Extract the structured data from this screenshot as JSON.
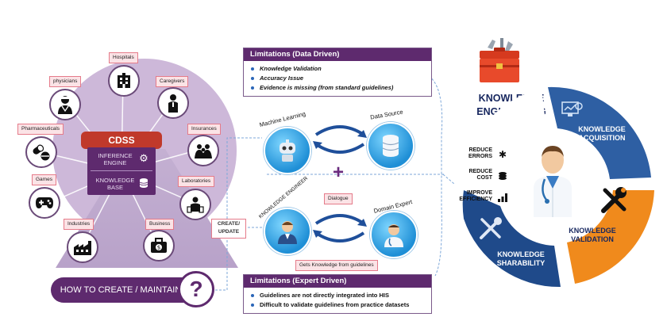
{
  "cdss": {
    "title": "CDSS",
    "inference_engine": "INFERENCE ENGINE",
    "knowledge_base": "KNOWLEDGE BASE"
  },
  "nodes": [
    {
      "key": "hospitals",
      "label": "Hospitals",
      "icon": "hospital-icon"
    },
    {
      "key": "caregivers",
      "label": "Caregivers",
      "icon": "caregiver-icon"
    },
    {
      "key": "insurances",
      "label": "Insurances",
      "icon": "insurance-icon"
    },
    {
      "key": "laboratories",
      "label": "Laboratories",
      "icon": "laboratory-icon"
    },
    {
      "key": "business",
      "label": "Business",
      "icon": "business-icon"
    },
    {
      "key": "industries",
      "label": "Industries",
      "icon": "industry-icon"
    },
    {
      "key": "games",
      "label": "Games",
      "icon": "gamepad-icon"
    },
    {
      "key": "pharmaceuticals",
      "label": "Pharmaceuticals",
      "icon": "pills-icon"
    },
    {
      "key": "physicians",
      "label": "physicians",
      "icon": "physician-icon"
    }
  ],
  "how_to": {
    "label": "HOW TO CREATE / MAINTAIN",
    "question": "?"
  },
  "create_update": {
    "line1": "CREATE/",
    "line2": "UPDATE"
  },
  "limitations_data": {
    "title": "Limitations (Data Driven)",
    "items": [
      "Knowledge Validation",
      "Accuracy Issue",
      "Evidence is missing (from standard guidelines)"
    ]
  },
  "limitations_expert": {
    "title": "Limitations (Expert Driven)",
    "items": [
      "Guidelines are not directly integrated into HIS",
      "Difficult to validate guidelines from practice datasets"
    ]
  },
  "middle": {
    "machine_learning": "Machine Learning",
    "data_source": "Data Source",
    "knowledge_engineer": "KNOWLEDGE ENGINEER",
    "domain_expert": "Domain Expert",
    "dialogue": "Dialogue",
    "gets_knowledge": "Gets Knowledge from guidelines",
    "plus": "+"
  },
  "knowledge_engineering": {
    "title_line1": "KNOWLEDGE",
    "title_line2": "ENGINEERING",
    "benefits": [
      {
        "label_line1": "REDUCE",
        "label_line2": "ERRORS",
        "icon": "bug-icon"
      },
      {
        "label_line1": "REDUCE",
        "label_line2": "COST",
        "icon": "coins-icon"
      },
      {
        "label_line1": "IMPROVE",
        "label_line2": "EFFICIENCY",
        "icon": "bar-chart-icon"
      }
    ],
    "segments": {
      "acquisition": {
        "line1": "KNOWLEDGE",
        "line2": "ACQUISITION",
        "color": "#2e5fa3"
      },
      "validation": {
        "line1": "KNOWLEDGE",
        "line2": "VALIDATION",
        "color": "#f08a1c"
      },
      "sharability": {
        "line1": "KNOWLEDGE",
        "line2": "SHARABILITY",
        "color": "#1f4a8a"
      }
    }
  }
}
